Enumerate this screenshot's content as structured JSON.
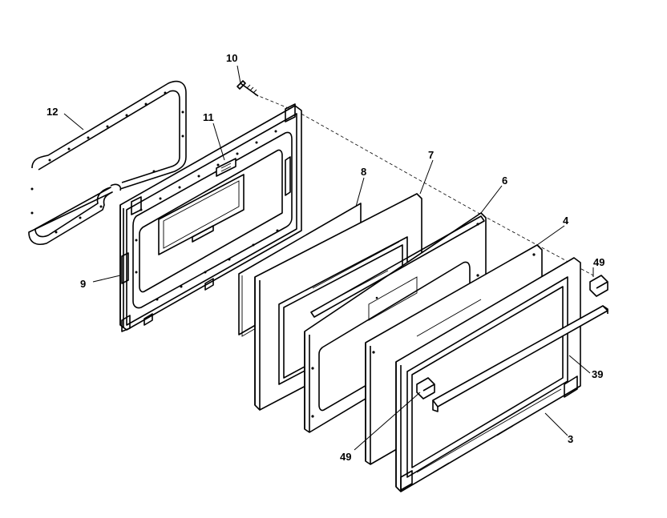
{
  "callouts": {
    "c10": "10",
    "c12": "12",
    "c11": "11",
    "c7": "7",
    "c8": "8",
    "c6": "6",
    "c4": "4",
    "c49a": "49",
    "c9": "9",
    "c39": "39",
    "c3": "3",
    "c49b": "49"
  }
}
